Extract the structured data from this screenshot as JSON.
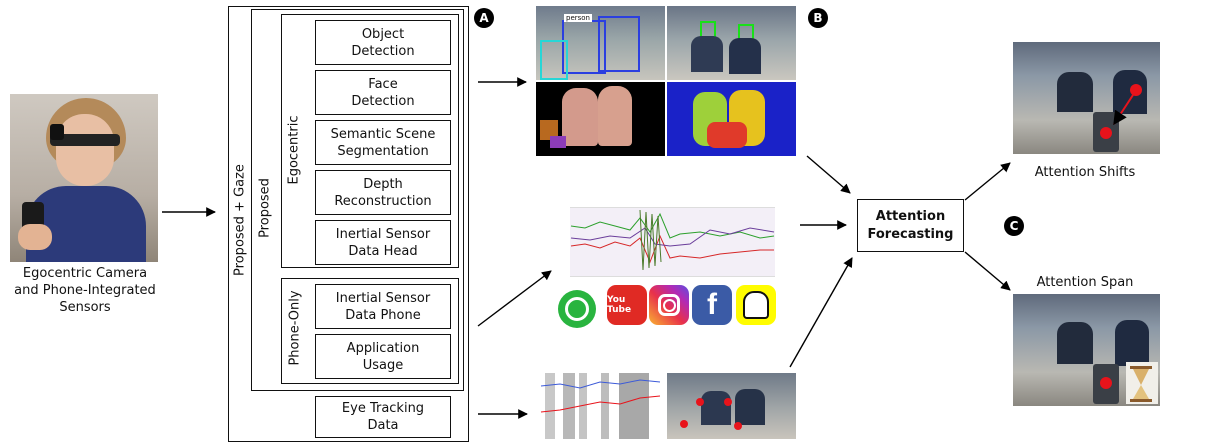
{
  "input_caption": "Egocentric Camera\nand Phone-Integrated\nSensors",
  "frame_labels": {
    "proposed_gaze": "Proposed + Gaze",
    "proposed": "Proposed",
    "egocentric": "Egocentric",
    "phone_only": "Phone-Only"
  },
  "modules": {
    "object_detection": "Object\nDetection",
    "face_detection": "Face\nDetection",
    "semantic_segmentation": "Semantic Scene\nSegmentation",
    "depth_reconstruction": "Depth\nReconstruction",
    "imu_head": "Inertial Sensor\nData Head",
    "imu_phone": "Inertial Sensor\nData Phone",
    "app_usage": "Application\nUsage",
    "eye_tracking": "Eye Tracking\nData"
  },
  "badges": {
    "a": "A",
    "b": "B",
    "c": "C"
  },
  "center": "Attention\nForecasting",
  "outputs": {
    "shifts": "Attention Shifts",
    "span": "Attention Span"
  },
  "apps": {
    "youtube": "You Tube",
    "facebook": "f"
  },
  "detect_labels": {
    "person": "person"
  },
  "colors": {
    "arrow": "#000000",
    "gaze_point": "#e8131b"
  }
}
